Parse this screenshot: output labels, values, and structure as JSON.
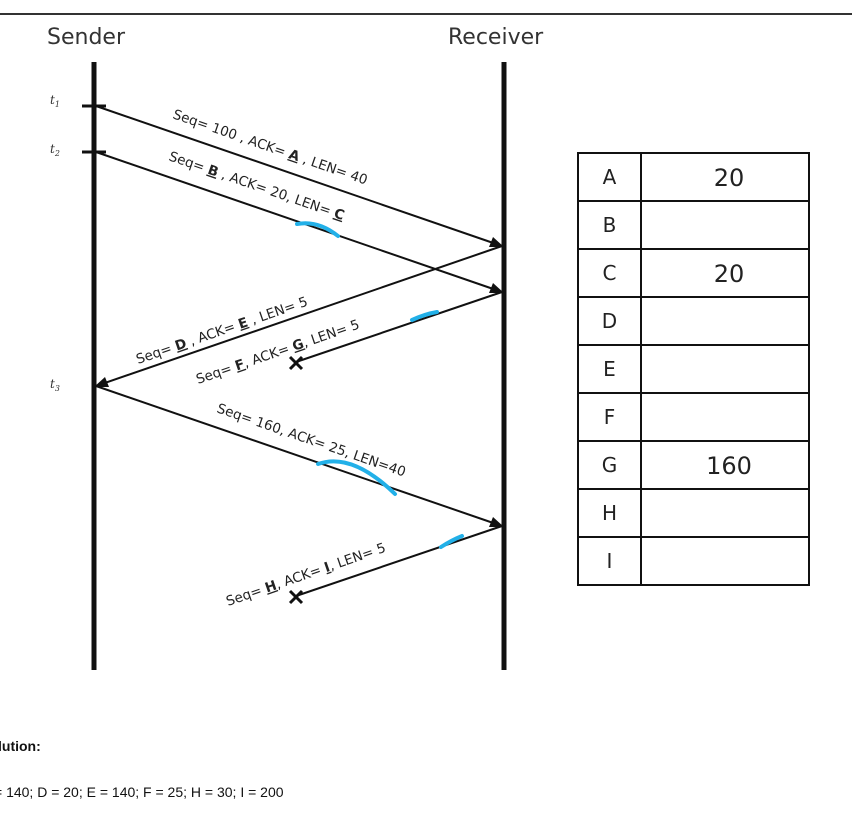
{
  "headers": {
    "sender": "Sender",
    "receiver": "Receiver"
  },
  "time_labels": [
    "t",
    "t",
    "t"
  ],
  "time_subscripts": [
    "1",
    "2",
    "3"
  ],
  "messages": [
    {
      "parts": [
        "Seq= 100 , ACK= ",
        "A",
        " , LEN= 40"
      ]
    },
    {
      "parts": [
        "Seq= ",
        "B",
        " , ACK= 20, LEN= ",
        "C"
      ]
    },
    {
      "parts": [
        "Seq= ",
        "D",
        " , ACK= ",
        "E",
        " , LEN= 5"
      ]
    },
    {
      "parts": [
        "Seq= ",
        "F",
        ", ACK= ",
        "G",
        ", LEN= 5"
      ]
    },
    {
      "parts": [
        "Seq= 160,  ACK= 25, LEN=40"
      ]
    },
    {
      "parts": [
        "Seq= ",
        "H",
        ", ACK= ",
        "I",
        ", LEN= 5"
      ]
    }
  ],
  "table": {
    "rows": [
      {
        "label": "A",
        "value": "20"
      },
      {
        "label": "B",
        "value": ""
      },
      {
        "label": "C",
        "value": "20"
      },
      {
        "label": "D",
        "value": ""
      },
      {
        "label": "E",
        "value": ""
      },
      {
        "label": "F",
        "value": ""
      },
      {
        "label": "G",
        "value": "160"
      },
      {
        "label": "H",
        "value": ""
      },
      {
        "label": "I",
        "value": ""
      }
    ]
  },
  "solution": {
    "title": "lution:",
    "answer": "= 140; D = 20; E = 140; F = 25; H = 30; I = 200"
  },
  "colors": {
    "ink": "#111111",
    "highlight": "#22b0e8"
  }
}
